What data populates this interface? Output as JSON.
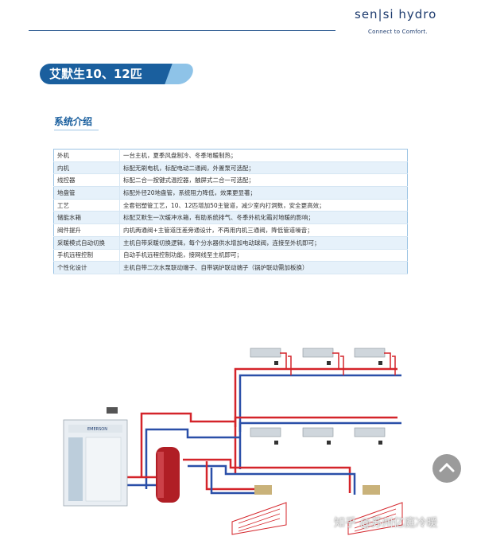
{
  "header": {
    "brand": "sen|si hydro",
    "tagline": "Connect to Comfort."
  },
  "title": "艾默生10、12匹",
  "section_title": "系统介绍",
  "table": {
    "rows": [
      {
        "key": "外机",
        "value": "一台主机，夏季风盘制冷、冬季地暖制热；"
      },
      {
        "key": "内机",
        "value": "标配无刷电机，标配电动二通阀，外置泵可选配；"
      },
      {
        "key": "线控器",
        "value": "标配二合一按键式温控器，触屏式二合一可选配；"
      },
      {
        "key": "地盘管",
        "value": "标配外径20地盘管，系统阻力降低，效果更显著；"
      },
      {
        "key": "工艺",
        "value": "全套铝塑管工艺，10、12匹增加50主管道，减少室内打洞数，安全更高效；"
      },
      {
        "key": "储能水箱",
        "value": "标配艾默生一次缓冲水箱，有助系统排气、冬季外机化霜对地暖的影响；"
      },
      {
        "key": "阀件提升",
        "value": "内机两通阀+主管道压差旁通设计，不再用内机三通阀，降低管道噪音；"
      },
      {
        "key": "采暖模式自动切换",
        "value": "主机自带采暖切换逻辑，每个分水器供水增加电动球阀，连接至外机即可；"
      },
      {
        "key": "手机远程控制",
        "value": "自动手机远程控制功能，接网线至主机即可；"
      },
      {
        "key": "个性化设计",
        "value": "主机自带二次水泵联动端子、自带锅炉联动端子（锅炉联动需加板换）"
      }
    ]
  },
  "diagram": {
    "unit_brand": "EMERSON",
    "colors": {
      "supply": "#d4242a",
      "return": "#2a4fa8",
      "unit": "#e9eef3",
      "fan_coil": "#cfd6dc"
    }
  },
  "watermark": "知乎 @苏州亿庭冷暖"
}
